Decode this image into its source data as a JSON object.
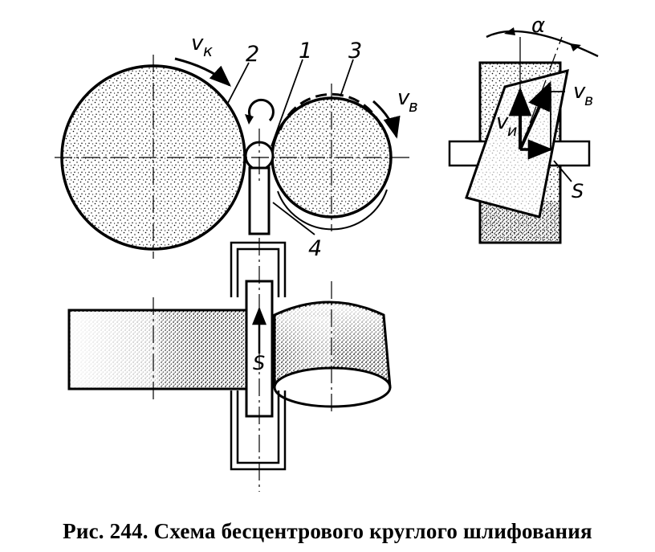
{
  "labels": {
    "vk": "v",
    "vk_sub": "к",
    "vv": "v",
    "vv_sub": "в",
    "n1": "1",
    "n2": "2",
    "n3": "3",
    "n4": "4",
    "s_feed": "S",
    "alpha": "α",
    "vu": "v",
    "vu_sub": "и",
    "vv2": "v",
    "vv2_sub": "в",
    "s_detail": "S"
  },
  "caption": "Рис. 244. Схема бесцентрового круглого шлифования"
}
